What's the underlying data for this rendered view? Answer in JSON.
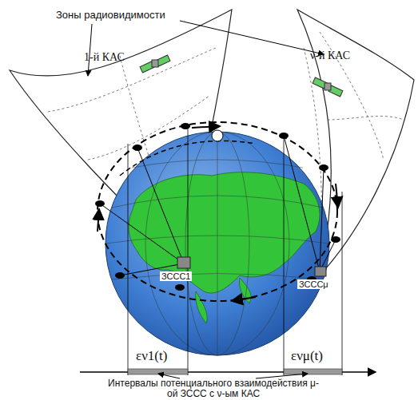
{
  "diagram": {
    "labels": [
      "Зоны радиовидимости",
      "1-й КАС",
      "ν-й КАС",
      "ЗССС1",
      "ЗСССμ",
      "εν1(t)",
      "ενμ(t)",
      "Интервалы потенциального взаимодействия μ-ой ЗССС с ν-ым КАС"
    ]
  }
}
